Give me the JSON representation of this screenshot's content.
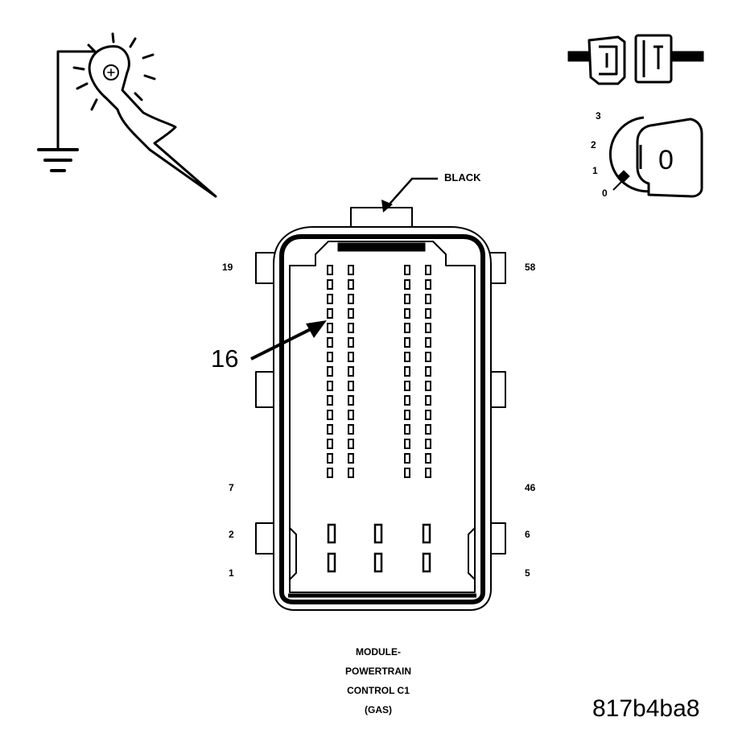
{
  "connector": {
    "wire_color_label": "BLACK",
    "callout_pin": "16",
    "pin_labels": {
      "top_left": "19",
      "top_right": "58",
      "mid_left": "7",
      "mid_right": "46",
      "row2_left": "2",
      "row2_right": "6",
      "row1_left": "1",
      "row1_right": "5"
    },
    "caption_lines": [
      "MODULE-",
      "POWERTRAIN",
      "CONTROL C1",
      "(GAS)"
    ]
  },
  "ignition": {
    "positions": [
      "3",
      "2",
      "1",
      "0"
    ],
    "key_label": "0"
  },
  "figure_code": "817b4ba8"
}
